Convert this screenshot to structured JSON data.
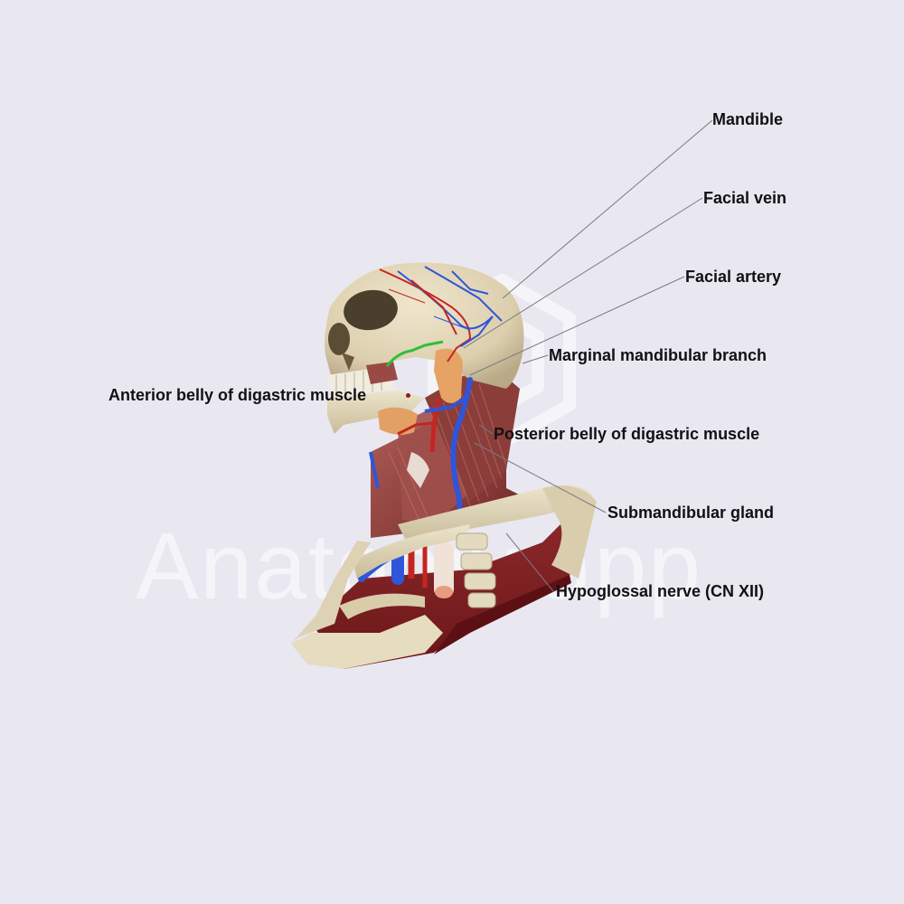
{
  "diagram": {
    "subject": "Head and neck anatomy – lateral/anterior view",
    "background_color": "#e9e8f1",
    "label_color": "#111114",
    "leader_color": "#7a7a80",
    "watermark": "Anatomy.app",
    "labels": [
      {
        "id": "mandible",
        "text": "Mandible",
        "side": "right"
      },
      {
        "id": "facial-vein",
        "text": "Facial vein",
        "side": "right"
      },
      {
        "id": "facial-artery",
        "text": "Facial artery",
        "side": "right"
      },
      {
        "id": "marginal-mandibular-branch",
        "text": "Marginal mandibular branch",
        "side": "right"
      },
      {
        "id": "anterior-belly-digastric",
        "text": "Anterior belly of digastric muscle",
        "side": "left"
      },
      {
        "id": "posterior-belly-digastric",
        "text": "Posterior belly of digastric muscle",
        "side": "right"
      },
      {
        "id": "submandibular-gland",
        "text": "Submandibular gland",
        "side": "right"
      },
      {
        "id": "hypoglossal-nerve",
        "text": "Hypoglossal nerve (CN XII)",
        "side": "right"
      }
    ],
    "colors": {
      "bone": "#e3d8bd",
      "bone_shadow": "#b9ab87",
      "muscle": "#9c4a47",
      "muscle_dark": "#6e1f22",
      "vein": "#2f55d8",
      "artery": "#c8211f",
      "nerve": "#2fbf3c",
      "gland": "#e9a867"
    }
  }
}
